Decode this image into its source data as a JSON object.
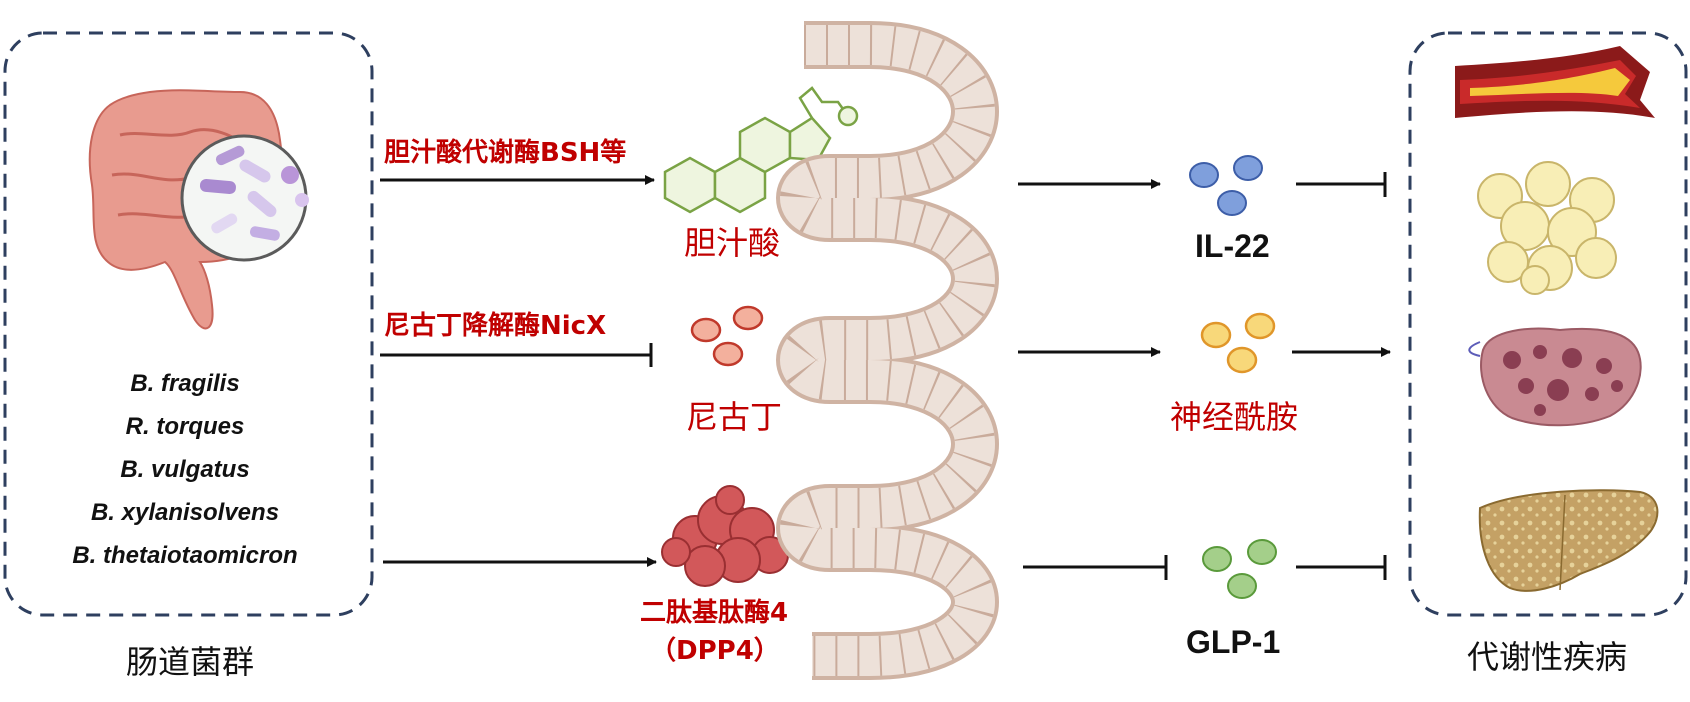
{
  "colors": {
    "red": "#c00000",
    "dash_border": "#2e3f5f",
    "intestine": "#e8d4c8",
    "il22_dots": "#7f9fdc",
    "nea_dots": "#f5c94a",
    "glp1_dots": "#8bbd6b",
    "nicotine_dots": "#f3b09d"
  },
  "left_panel": {
    "icon": "gut-microbiota-icon",
    "species": [
      "B. fragilis",
      "R. torques",
      "B. vulgatus",
      "B. xylanisolvens",
      "B. thetaiotaomicron"
    ],
    "caption": "肠道菌群"
  },
  "pathways": {
    "bile": {
      "arrow_label": "胆汁酸代谢酶BSH等",
      "molecule": "胆汁酸",
      "icon": "bile-acid-molecule-icon"
    },
    "nicotine": {
      "arrow_label": "尼古丁降解酶NicX",
      "molecule": "尼古丁",
      "icon": "nicotine-dots-icon"
    },
    "dpp4": {
      "molecule_line1": "二肽基肽酶4",
      "molecule_line2": "（DPP4）",
      "icon": "dpp4-protein-icon"
    }
  },
  "intestine": {
    "icon": "intestinal-epithelium-icon"
  },
  "mediators": {
    "il22": {
      "label": "IL-22",
      "icon": "il22-dots-icon"
    },
    "nea": {
      "label": "神经酰胺",
      "icon": "ceramide-dots-icon"
    },
    "glp1": {
      "label": "GLP-1",
      "icon": "glp1-dots-icon"
    }
  },
  "right_panel": {
    "caption": "代谢性疾病",
    "icons": [
      "atherosclerosis-artery-icon",
      "adipocyte-icon",
      "ovary-icon",
      "fatty-liver-icon"
    ]
  }
}
